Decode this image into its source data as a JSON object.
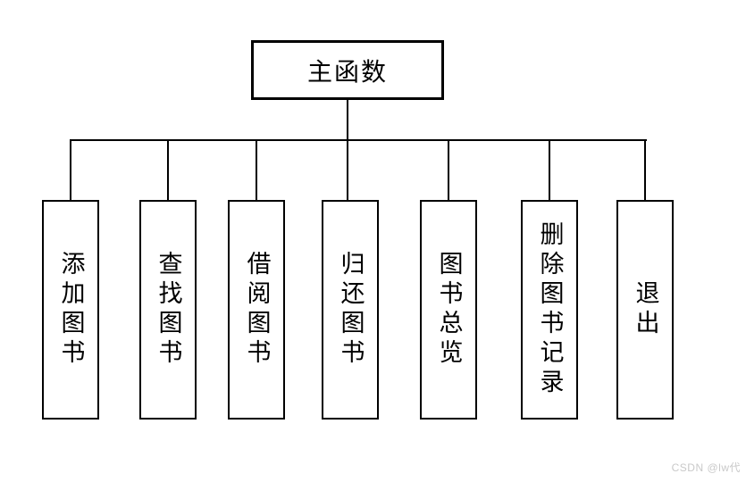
{
  "diagram": {
    "root": {
      "label": "主函数"
    },
    "children": [
      {
        "label": "添加图书"
      },
      {
        "label": "查找图书"
      },
      {
        "label": "借阅图书"
      },
      {
        "label": "归还图书"
      },
      {
        "label": "图书总览"
      },
      {
        "label": "删除图书记录"
      },
      {
        "label": "退出"
      }
    ]
  },
  "watermark": {
    "text": "CSDN @lw代"
  },
  "colors": {
    "background": "#ffffff",
    "line": "#000000",
    "watermark_text": "#c9c9c9"
  }
}
